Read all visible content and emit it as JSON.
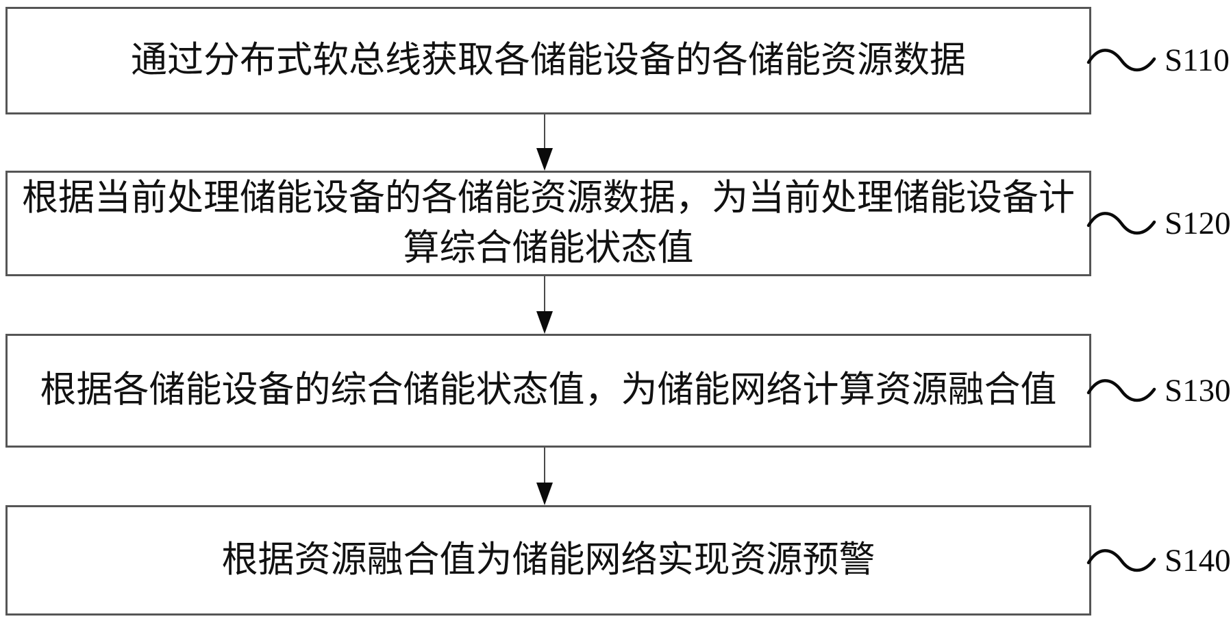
{
  "figure": {
    "type": "flowchart",
    "background_color": "#ffffff",
    "box_border_color": "#555555",
    "text_color": "#111111",
    "arrow_color": "#0a0a0a",
    "steps": [
      {
        "label": "S110",
        "text": "通过分布式软总线获取各储能设备的各储能资源数据"
      },
      {
        "label": "S120",
        "text": "根据当前处理储能设备的各储能资源数据，为当前处理储能设备计算综合储能状态值"
      },
      {
        "label": "S130",
        "text": "根据各储能设备的综合储能状态值，为储能网络计算资源融合值"
      },
      {
        "label": "S140",
        "text": "根据资源融合值为储能网络实现资源预警"
      }
    ]
  }
}
